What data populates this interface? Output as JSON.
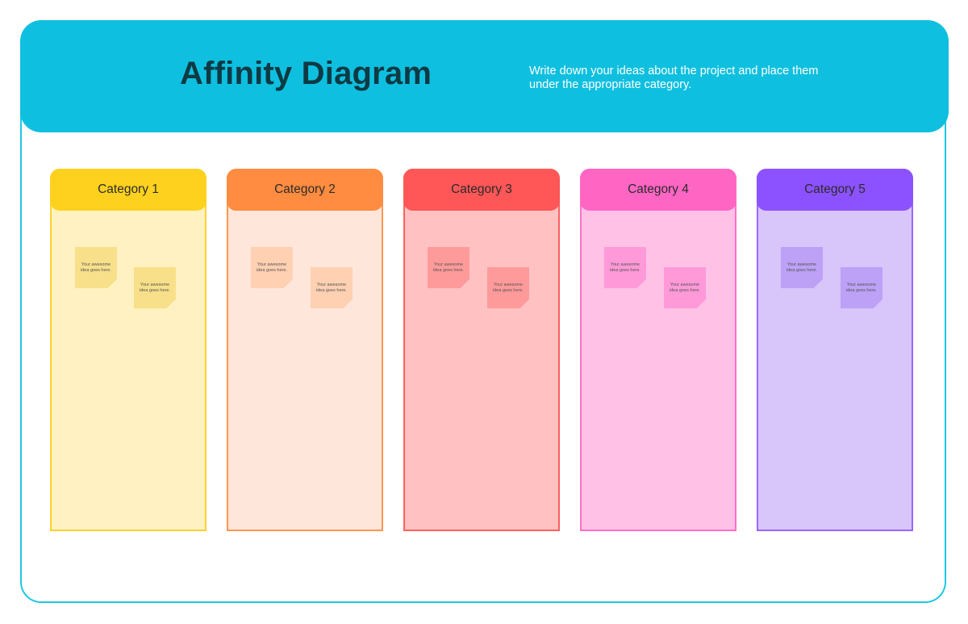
{
  "header": {
    "title": "Affinity Diagram",
    "subtitle": "Write down your ideas about the project and place them under the appropriate category."
  },
  "colors": {
    "banner": "#0fbfdf",
    "outer_border": "#1ec8e2",
    "title_text": "#0e3a44"
  },
  "categories": [
    {
      "label": "Category 1",
      "head_color": "#ffd11f",
      "body_color": "#fff1c1",
      "border_color": "#ffd233",
      "note_color": "#f8e08a",
      "notes": [
        "Your awesome idea goes here.",
        "Your awesome idea goes here."
      ]
    },
    {
      "label": "Category 2",
      "head_color": "#ff8c40",
      "body_color": "#ffe6da",
      "border_color": "#ff9651",
      "note_color": "#ffd0b2",
      "notes": [
        "Your awesome idea goes here.",
        "Your awesome idea goes here."
      ]
    },
    {
      "label": "Category 3",
      "head_color": "#ff5757",
      "body_color": "#ffc1c1",
      "border_color": "#ff6060",
      "note_color": "#ff9a9a",
      "notes": [
        "Your awesome idea goes here.",
        "Your awesome idea goes here."
      ]
    },
    {
      "label": "Category 4",
      "head_color": "#ff66c4",
      "body_color": "#ffc1e6",
      "border_color": "#ff70c8",
      "note_color": "#ff99d8",
      "notes": [
        "Your awesome idea goes here.",
        "Your awesome idea goes here."
      ]
    },
    {
      "label": "Category 5",
      "head_color": "#8c52ff",
      "body_color": "#d8c5fa",
      "border_color": "#9a66ff",
      "note_color": "#bca1f6",
      "notes": [
        "Your awesome idea goes here.",
        "Your awesome idea goes here."
      ]
    }
  ]
}
